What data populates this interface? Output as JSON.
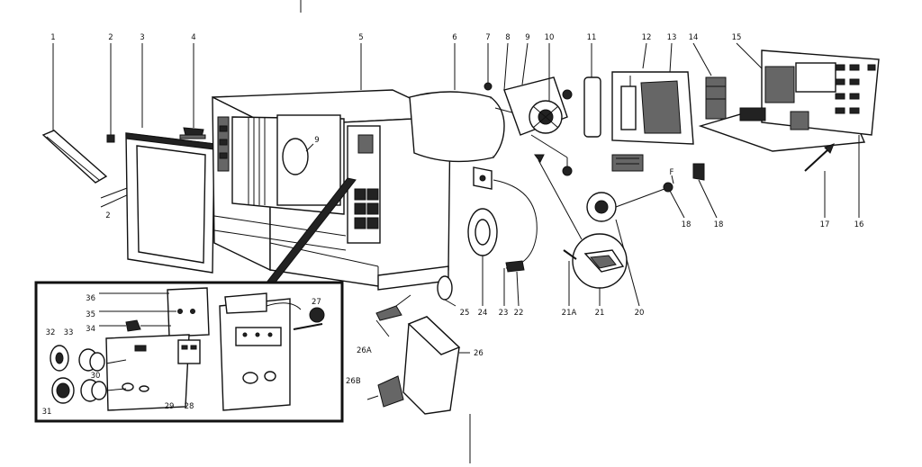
{
  "diagram": {
    "labels": {
      "p1": "1",
      "p2a": "2",
      "p2b": "2",
      "p3": "3",
      "p4": "4",
      "p5": "5",
      "p6": "6",
      "p7": "7",
      "p8": "8",
      "p9a": "9",
      "p9b": "9",
      "p10": "10",
      "p11": "11",
      "p12": "12",
      "p13": "13",
      "p14": "14",
      "p15": "15",
      "p16": "16",
      "p17": "17",
      "p18a": "18",
      "p18b": "18",
      "p19": "F",
      "p20": "20",
      "p21": "21",
      "p21a": "21A",
      "p22": "22",
      "p23": "23",
      "p24": "24",
      "p25": "25",
      "p26": "26",
      "p26a": "26A",
      "p26b": "26B",
      "p27": "27",
      "p28": "28",
      "p29": "29",
      "p30": "30",
      "p31": "31",
      "p32": "32",
      "p33": "33",
      "p34": "34",
      "p35": "35",
      "p36": "36"
    }
  }
}
